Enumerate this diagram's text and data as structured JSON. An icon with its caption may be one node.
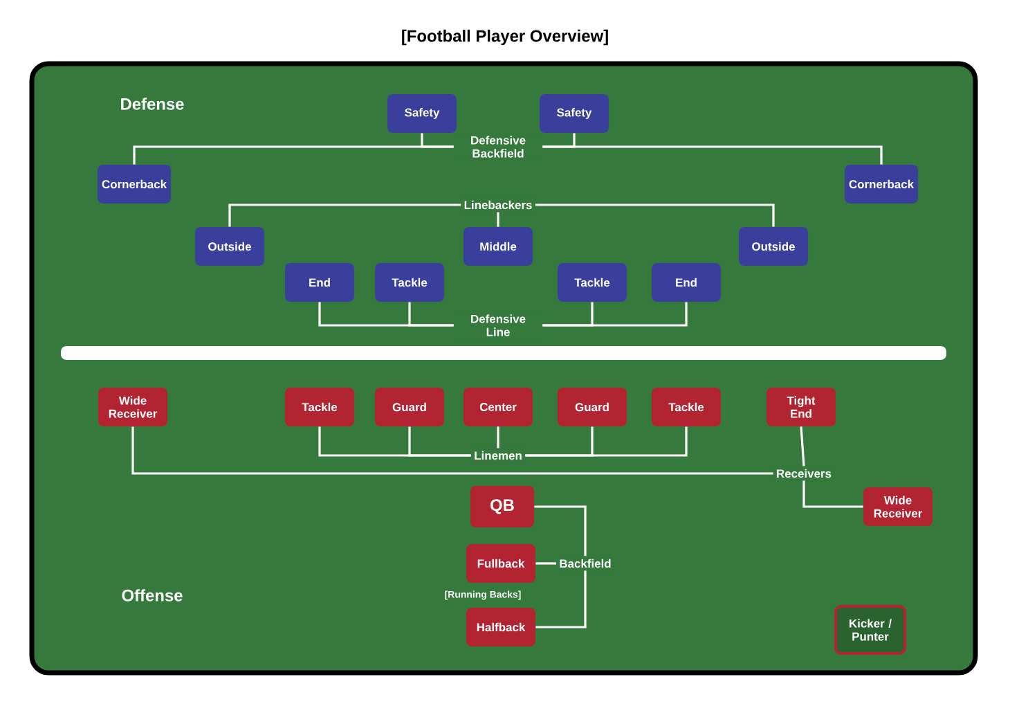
{
  "diagram": {
    "title": "[Football Player Overview]",
    "nodes": [
      {
        "text": [
          "Safety"
        ]
      },
      {
        "text": [
          "Safety"
        ]
      },
      {
        "text": [
          "Defensive Backfield"
        ]
      },
      {
        "text": [
          "Cornerback"
        ]
      },
      {
        "text": [
          "Cornerback"
        ]
      },
      {
        "text": [
          "Linebackers"
        ]
      },
      {
        "text": [
          "Outside"
        ]
      },
      {
        "text": [
          "Middle"
        ]
      },
      {
        "text": [
          "Outside"
        ]
      },
      {
        "text": [
          "End"
        ]
      },
      {
        "text": [
          "Tackle"
        ]
      },
      {
        "text": [
          "Tackle"
        ]
      },
      {
        "text": [
          "End"
        ]
      },
      {
        "text": [
          "Defensive Line"
        ]
      },
      {
        "text": [
          "Wide Receiver"
        ]
      },
      {
        "text": [
          "Tackle"
        ]
      },
      {
        "text": [
          "Guard"
        ]
      },
      {
        "text": [
          "Center"
        ]
      },
      {
        "text": [
          "Guard"
        ]
      },
      {
        "text": [
          "Tackle"
        ]
      },
      {
        "text": [
          "Tight End"
        ]
      },
      {
        "text": [
          "Linemen"
        ]
      },
      {
        "text": [
          "Receivers"
        ]
      },
      {
        "text": [
          "Wide Receiver"
        ]
      },
      {
        "text": [
          "QB"
        ]
      },
      {
        "text": [
          "Fullback"
        ]
      },
      {
        "text": [
          "Backfield"
        ]
      },
      {
        "text": [
          "Halfback"
        ]
      },
      {
        "text": [
          "Kicker / Punter"
        ]
      }
    ],
    "edges": [
      {
        "from": 0,
        "to": 2,
        "arrow": "none"
      },
      {
        "from": 1,
        "to": 2,
        "arrow": "none"
      },
      {
        "from": 3,
        "to": 2,
        "arrow": "none"
      },
      {
        "from": 4,
        "to": 2,
        "arrow": "none"
      },
      {
        "from": 6,
        "to": 5,
        "arrow": "none"
      },
      {
        "from": 7,
        "to": 5,
        "arrow": "none"
      },
      {
        "from": 8,
        "to": 5,
        "arrow": "none"
      },
      {
        "from": 9,
        "to": 13,
        "arrow": "none"
      },
      {
        "from": 10,
        "to": 13,
        "arrow": "none"
      },
      {
        "from": 11,
        "to": 13,
        "arrow": "none"
      },
      {
        "from": 12,
        "to": 13,
        "arrow": "none"
      },
      {
        "from": 15,
        "to": 21,
        "arrow": "none"
      },
      {
        "from": 16,
        "to": 21,
        "arrow": "none"
      },
      {
        "from": 17,
        "to": 21,
        "arrow": "none"
      },
      {
        "from": 18,
        "to": 21,
        "arrow": "none"
      },
      {
        "from": 19,
        "to": 21,
        "arrow": "none"
      },
      {
        "from": 14,
        "to": 22,
        "arrow": "none"
      },
      {
        "from": 20,
        "to": 22,
        "arrow": "none"
      },
      {
        "from": 23,
        "to": 22,
        "arrow": "none"
      },
      {
        "from": 24,
        "to": 26,
        "arrow": "none"
      },
      {
        "from": 25,
        "to": 26,
        "arrow": "none"
      },
      {
        "from": 27,
        "to": 26,
        "arrow": "none"
      }
    ],
    "labels": [
      "Defense",
      "Offense",
      "[Running Backs]"
    ]
  }
}
